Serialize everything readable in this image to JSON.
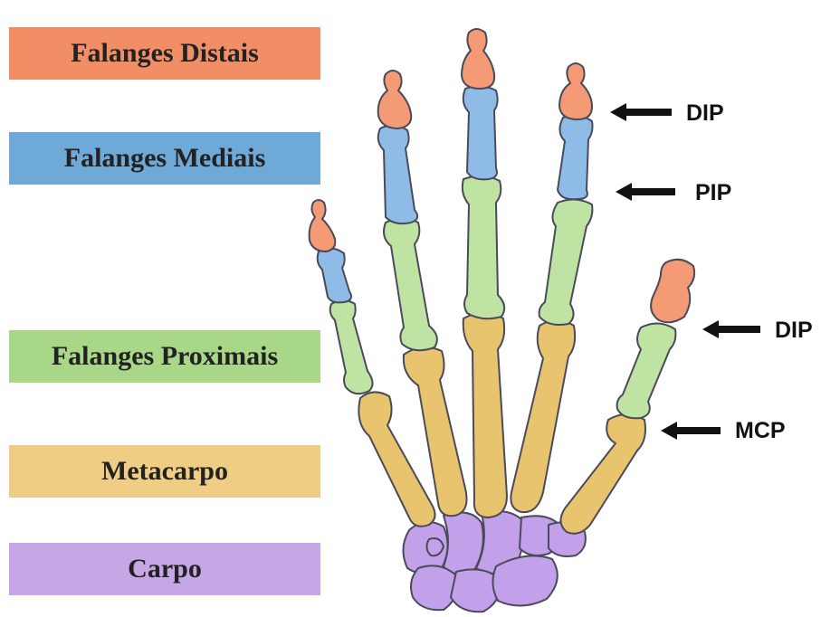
{
  "legend": [
    {
      "label": "Falanges Distais",
      "color": "#f28e66"
    },
    {
      "label": "Falanges Mediais",
      "color": "#6ea9d8"
    },
    {
      "label": "Falanges Proximais",
      "color": "#a8d788"
    },
    {
      "label": "Metacarpo",
      "color": "#f0cd84"
    },
    {
      "label": "Carpo",
      "color": "#c6a6e4"
    }
  ],
  "bone_colors": {
    "distal": "#f49a75",
    "medial": "#8fbce6",
    "proximal": "#bfe3a3",
    "metacarpal": "#e8c46f",
    "carpal": "#c3a1ea",
    "outline": "#4a4a5a"
  },
  "annotations": [
    {
      "label": "DIP"
    },
    {
      "label": "PIP"
    },
    {
      "label": "DIP"
    },
    {
      "label": "MCP"
    }
  ]
}
